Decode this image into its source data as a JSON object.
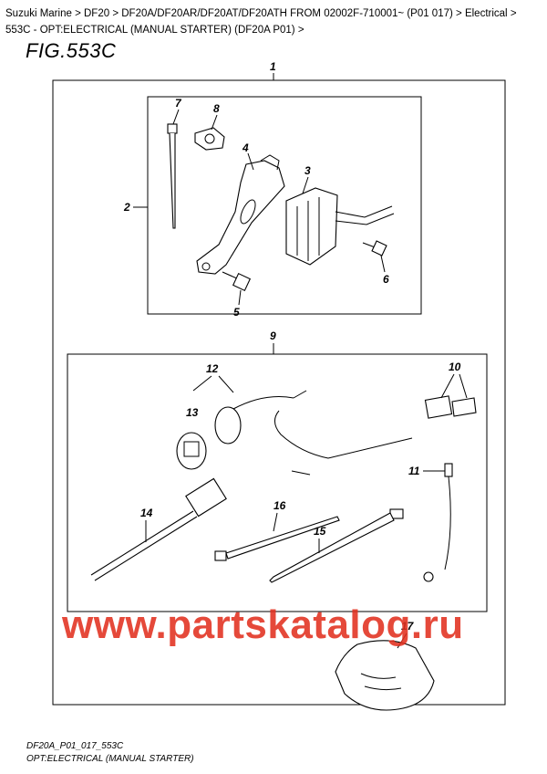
{
  "breadcrumb": {
    "items": [
      "Suzuki Marine",
      "DF20",
      "DF20A/DF20AR/DF20AT/DF20ATH FROM 02002F-710001~ (P01 017)",
      "Electrical",
      "553C - OPT:ELECTRICAL (MANUAL STARTER) (DF20A P01)"
    ],
    "separator": ">"
  },
  "figure": {
    "title": "FIG.553C"
  },
  "callouts": {
    "c1": "1",
    "c2": "2",
    "c3": "3",
    "c4": "4",
    "c5": "5",
    "c6": "6",
    "c7": "7",
    "c8": "8",
    "c9": "9",
    "c10": "10",
    "c11": "11",
    "c12": "12",
    "c13": "13",
    "c14": "14",
    "c15": "15",
    "c16": "16",
    "c17": "17"
  },
  "watermark": "www.partskatalog.ru",
  "footer": {
    "code": "DF20A_P01_017_553C",
    "caption": "OPT:ELECTRICAL (MANUAL STARTER)"
  }
}
